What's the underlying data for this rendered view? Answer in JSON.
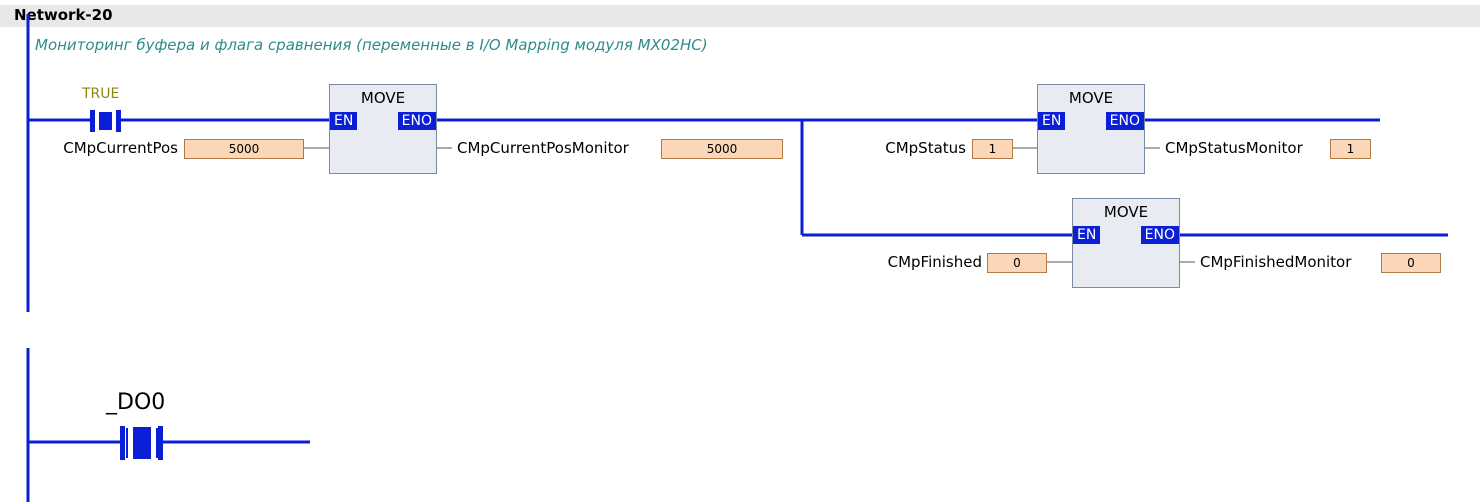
{
  "network": {
    "title": "Network-20",
    "comment": "Мониторинг буфера и флага сравнения (переменные в I/O Mapping модуля MX02HC)"
  },
  "rung1": {
    "contact": {
      "label": "TRUE"
    },
    "blocks": [
      {
        "title": "MOVE",
        "en": "EN",
        "eno": "ENO",
        "input_var": "CMpCurrentPos",
        "input_value": "5000",
        "output_var": "CMpCurrentPosMonitor",
        "output_value": "5000"
      },
      {
        "title": "MOVE",
        "en": "EN",
        "eno": "ENO",
        "input_var": "CMpStatus",
        "input_value": "1",
        "output_var": "CMpStatusMonitor",
        "output_value": "1"
      },
      {
        "title": "MOVE",
        "en": "EN",
        "eno": "ENO",
        "input_var": "CMpFinished",
        "input_value": "0",
        "output_var": "CMpFinishedMonitor",
        "output_value": "0"
      }
    ]
  },
  "rung2": {
    "contact": {
      "label": "_DO0"
    }
  },
  "colors": {
    "wire": "#0a1fd6",
    "pin_bg": "#0a1fd6",
    "monitor_bg": "#fcd7b7",
    "comment": "#2e8b8b",
    "true_label": "#8a8a10"
  }
}
